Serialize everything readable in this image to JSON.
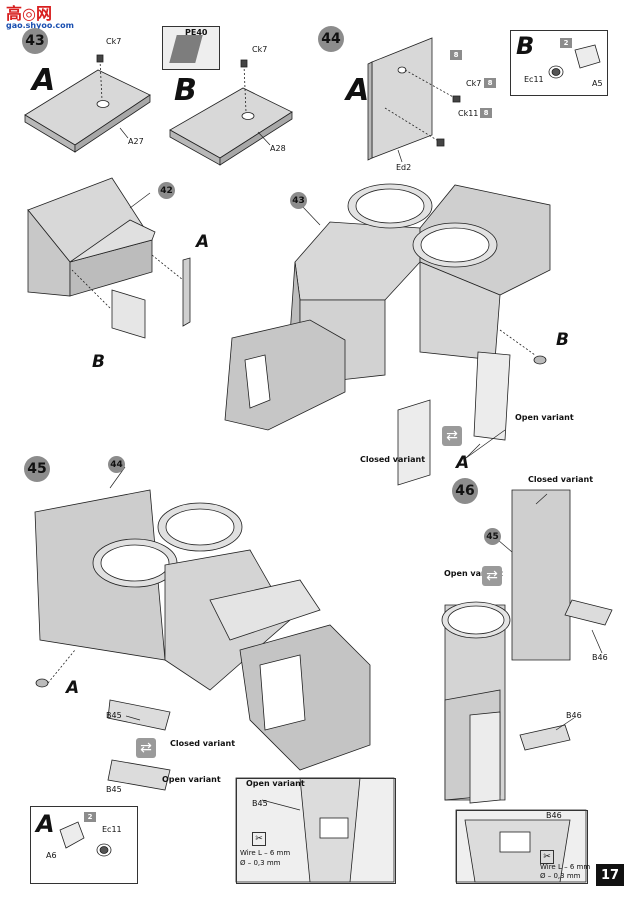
{
  "watermark": {
    "top": "高◎网",
    "bottom": "gao.shyoo.com"
  },
  "steps": {
    "s43": "43",
    "s44": "44",
    "s45": "45",
    "s46": "46"
  },
  "callouts": {
    "c42": "42",
    "c43": "43",
    "c44": "44",
    "c45": "45"
  },
  "letters": {
    "A": "A",
    "B": "B"
  },
  "parts": {
    "ck7": "Ck7",
    "ck11": "Ck11",
    "a27": "A27",
    "a28": "A28",
    "pe40": "PE40",
    "ed2": "Ed2",
    "ec11": "Ec11",
    "a5": "A5",
    "a6": "A6",
    "b45": "B45",
    "b46": "B46"
  },
  "qty": {
    "eight": "8",
    "two": "2"
  },
  "variants": {
    "open_variant": "Open variant",
    "closed_variant": "Closed variant"
  },
  "wire": {
    "length": "Wire L – 6 mm",
    "diameter": "Ø – 0,3 mm"
  },
  "page_number": "17",
  "colors": {
    "part_grey": "#c8c8c8",
    "dark_grey": "#8c8c8c",
    "page_badge": "#111111",
    "watermark_red": "#d81e1e",
    "watermark_blue": "#1a4fb0"
  }
}
